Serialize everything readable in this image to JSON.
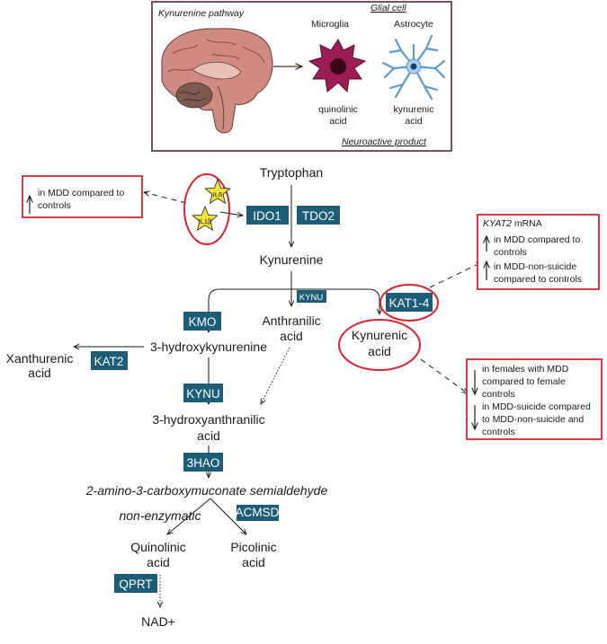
{
  "top_panel": {
    "title": "Kynurenine pathway",
    "glial_cell": "Glial cell",
    "microglia": "Microglia",
    "astrocyte": "Astrocyte",
    "microglia_product": [
      "quinolinic",
      "acid"
    ],
    "astrocyte_product": [
      "kynurenic",
      "acid"
    ],
    "neuroactive": "Neuroactive product"
  },
  "metabolites": {
    "tryptophan": "Tryptophan",
    "kynurenine": "Kynurenine",
    "anthranilic": [
      "Anthranilic",
      "acid"
    ],
    "kynurenic": [
      "Kynurenic",
      "acid"
    ],
    "xanthurenic": [
      "Xanthurenic",
      "acid"
    ],
    "hydroxykynurenine": "3-hydroxykynurenine",
    "hydroxyanthranilic": [
      "3-hydroxyanthranilic",
      "acid"
    ],
    "semialdehyde": "2-amino-3-carboxymuconate semialdehyde",
    "quinolinic": [
      "Quinolinic",
      "acid"
    ],
    "picolinic": [
      "Picolinic",
      "acid"
    ],
    "nad": "NAD+",
    "non_enzymatic": "non-enzymatic"
  },
  "enzymes": {
    "ido1": "IDO1",
    "tdo2": "TDO2",
    "kynu_small": "KYNU",
    "kmo": "KMO",
    "kat14": "KAT1-4",
    "kat2": "KAT2",
    "kynu": "KYNU",
    "hao3": "3HAO",
    "acmsd": "ACMSD",
    "qprt": "QPRT"
  },
  "cytokines": {
    "il6": "IL6",
    "il1b": "IL1β"
  },
  "boxes": {
    "ido_box": [
      "in MDD compared to",
      "controls"
    ],
    "kyat_title_italic": "KYAT2",
    "kyat_title_rest": " mRNA",
    "kyat_items": [
      [
        "in MDD compared to",
        "controls"
      ],
      [
        "in MDD-non-suicide",
        "compared to controls"
      ]
    ],
    "kyna_items": [
      [
        "in females with MDD",
        "compared to female",
        "controls"
      ],
      [
        "in MDD-suicide compared",
        "to MDD-non-suicide and",
        "controls"
      ]
    ]
  },
  "colors": {
    "enzyme_bg": "#1d5d78",
    "highlight_red": "#d6262e",
    "panel_border": "#5a2a30",
    "microglia": "#9c1c55",
    "astrocyte": "#7fb8e0",
    "star": "#f6e33a"
  }
}
